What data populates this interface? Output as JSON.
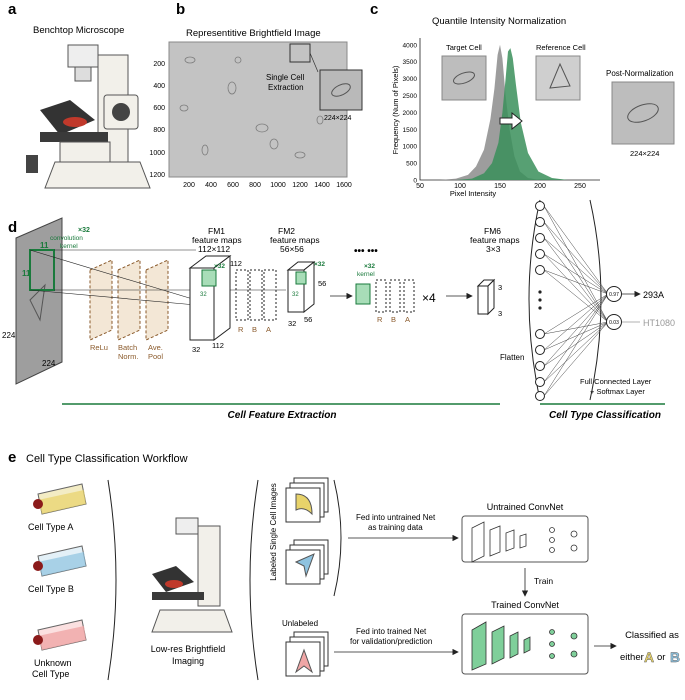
{
  "panels": {
    "a": "a",
    "b": "b",
    "c": "c",
    "d": "d",
    "e": "e"
  },
  "panel_a": {
    "title": "Benchtop Microscope"
  },
  "panel_b": {
    "title": "Representitive Brightfield Image",
    "inset_label_line1": "Single Cell",
    "inset_label_line2": "Extraction",
    "inset_size": "224×224",
    "y_ticks": [
      "200",
      "400",
      "600",
      "800",
      "1000",
      "1200"
    ],
    "x_ticks": [
      "200",
      "400",
      "600",
      "800",
      "1000",
      "1200",
      "1400",
      "1600"
    ]
  },
  "panel_c": {
    "title": "Quantile Intensity Normalization",
    "target_label": "Target Cell",
    "reference_label": "Reference Cell",
    "post_label": "Post-Normalization",
    "post_size": "224×224",
    "ylabel": "Frequency (Num of Pixels)",
    "xlabel": "Pixel Intensity",
    "colors": {
      "target": "#8c8c8c",
      "reference": "#3a8f5a"
    }
  },
  "chart_data": {
    "type": "area",
    "title": "Quantile Intensity Normalization",
    "xlabel": "Pixel Intensity",
    "ylabel": "Frequency (Num of Pixels)",
    "xlim": [
      50,
      275
    ],
    "ylim": [
      0,
      4200
    ],
    "x_ticks": [
      50,
      100,
      150,
      200,
      250
    ],
    "y_ticks": [
      0,
      500,
      1000,
      1500,
      2000,
      2500,
      3000,
      3500,
      4000
    ],
    "grid": false,
    "series": [
      {
        "color": "#8c8c8c",
        "x": [
          75,
          95,
          110,
          120,
          130,
          138,
          143,
          147,
          150,
          153,
          157,
          162,
          168,
          175,
          185,
          200
        ],
        "values": [
          0,
          40,
          150,
          400,
          900,
          1800,
          2700,
          3700,
          4000,
          3600,
          2500,
          1500,
          700,
          250,
          60,
          0
        ]
      },
      {
        "color": "#3a8f5a",
        "x": [
          95,
          115,
          130,
          140,
          148,
          153,
          157,
          160,
          163,
          166,
          170,
          176,
          185,
          198,
          215,
          235
        ],
        "values": [
          0,
          40,
          200,
          500,
          1100,
          2000,
          3000,
          3800,
          3900,
          3600,
          2800,
          1700,
          800,
          250,
          60,
          0
        ]
      }
    ]
  },
  "panel_d": {
    "input_size_left": "224",
    "input_size_bottom": "224",
    "kernel_size": "11",
    "kernel_count": "×32",
    "kernel_label_line1": "convolution",
    "kernel_label_line2": "kernel",
    "relu": "ReLu",
    "batch_line1": "Batch",
    "batch_line2": "Norm.",
    "pool_line1": "Ave.",
    "pool_line2": "Pool",
    "fm1_title": "FM1",
    "fm1_sub": "feature maps",
    "fm1_size": "112×112",
    "fm1_h": "112",
    "fm1_w": "112",
    "fm1_d": "32",
    "fm1_inner_count": "×32",
    "fm1_inner_num": "32",
    "fm2_title": "FM2",
    "fm2_sub": "feature maps",
    "fm2_size": "56×56",
    "fm2_h": "56",
    "fm2_w": "56",
    "fm2_d": "32",
    "fm2_inner_count": "×32",
    "fm2_inner_num": "32",
    "r": "R",
    "b": "B",
    "a": "A",
    "dots": "••• •••",
    "kernel_small": "kernel",
    "kernel_small_count": "×32",
    "repeat": "×4",
    "fm6_title": "FM6",
    "fm6_sub": "feature maps",
    "fm6_size": "3×3",
    "fm6_h": "3",
    "fm6_w": "3",
    "flatten": "Flatten",
    "prob1": "0.97",
    "prob2": "0.03",
    "class1": "293A",
    "class2": "HT1080",
    "fc_line1": "Full Connected Layer",
    "fc_line2": "+ Softmax Layer",
    "section1": "Cell Feature Extraction",
    "section2": "Cell Type Classification",
    "accent": "#1a7a3c",
    "brown": "#8a5a2b"
  },
  "panel_e": {
    "title": "Cell Type Classification Workflow",
    "flask_a": "Cell Type A",
    "flask_b": "Cell Type B",
    "flask_u_line1": "Unknown",
    "flask_u_line2": "Cell Type",
    "scope_line1": "Low-res Brightfield",
    "scope_line2": "Imaging",
    "labeled": "Labeled Single Cell Images",
    "unlabeled": "Unlabeled",
    "fed1_line1": "Fed into untrained Net",
    "fed1_line2": "as training data",
    "fed2_line1": "Fed into trained Net",
    "fed2_line2": "for validation/prediction",
    "untrained": "Untrained ConvNet",
    "trained": "Trained ConvNet",
    "train": "Train",
    "classified_line1": "Classified as",
    "classified_either": "either",
    "classified_a": "A",
    "classified_or": "or",
    "classified_b": "B",
    "colors": {
      "yellow": "#e8d36a",
      "blue": "#8ec3e0",
      "pink": "#f0a6a6",
      "green": "#7fcf9a"
    }
  }
}
